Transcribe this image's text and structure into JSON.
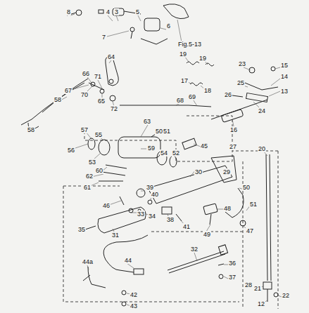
{
  "diagram": {
    "labels": [
      "8",
      "4",
      "3",
      "5",
      "7",
      "6",
      "Fig.5-13",
      "19",
      "19",
      "17",
      "18",
      "23",
      "15",
      "14",
      "25",
      "26",
      "13",
      "24",
      "16",
      "69",
      "68",
      "64",
      "66",
      "71",
      "67",
      "70",
      "65",
      "72",
      "58",
      "58",
      "57",
      "55",
      "56",
      "63",
      "50",
      "51",
      "59",
      "53",
      "54",
      "52",
      "45",
      "27",
      "20",
      "60",
      "62",
      "61",
      "30",
      "29",
      "39",
      "40",
      "46",
      "33",
      "34",
      "38",
      "41",
      "48",
      "49",
      "50",
      "51",
      "47",
      "35",
      "31",
      "32",
      "36",
      "37",
      "28",
      "44",
      "44a",
      "42",
      "43",
      "21",
      "22",
      "12"
    ]
  }
}
